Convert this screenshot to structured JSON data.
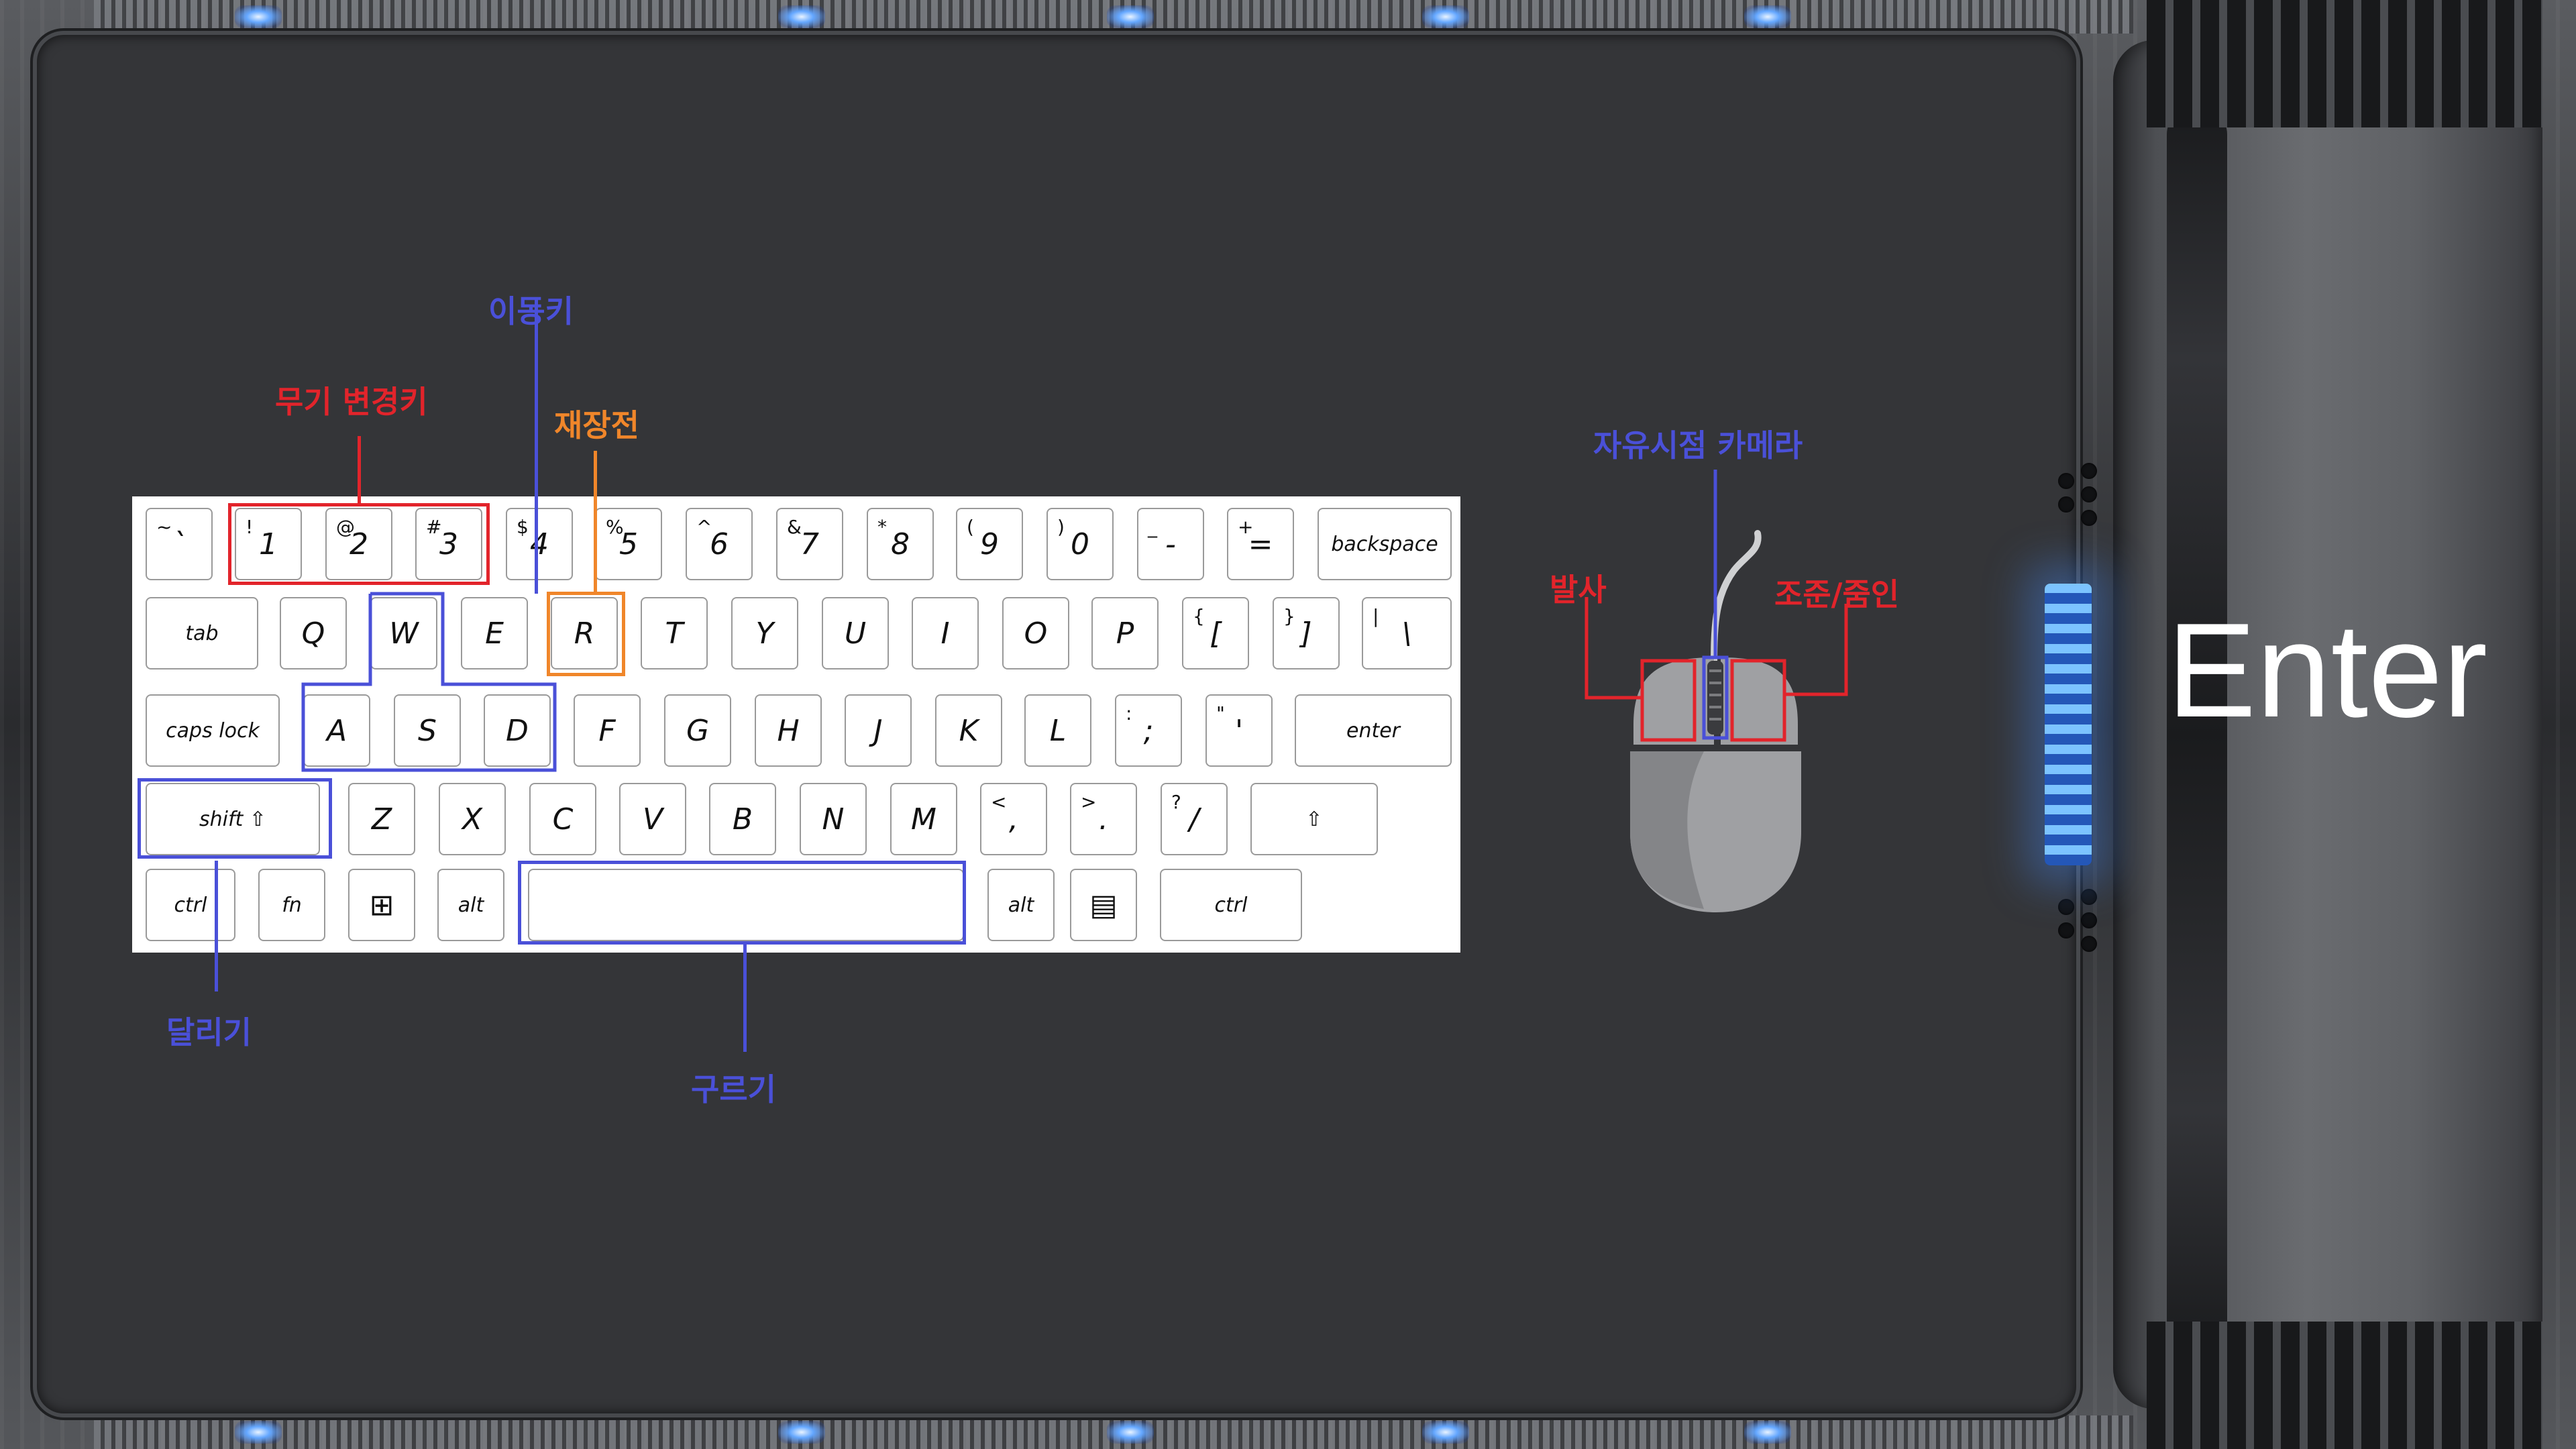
{
  "keyboard": {
    "rows": [
      [
        {
          "main": "`",
          "sub": "~"
        },
        {
          "main": "1",
          "sub": "!"
        },
        {
          "main": "2",
          "sub": "@"
        },
        {
          "main": "3",
          "sub": "#"
        },
        {
          "main": "4",
          "sub": "$"
        },
        {
          "main": "5",
          "sub": "%"
        },
        {
          "main": "6",
          "sub": "^"
        },
        {
          "main": "7",
          "sub": "&"
        },
        {
          "main": "8",
          "sub": "*"
        },
        {
          "main": "9",
          "sub": "("
        },
        {
          "main": "0",
          "sub": ")"
        },
        {
          "main": "-",
          "sub": "_"
        },
        {
          "main": "=",
          "sub": "+"
        },
        {
          "main": "backspace",
          "sub": ""
        }
      ],
      [
        {
          "main": "tab",
          "sub": ""
        },
        {
          "main": "Q",
          "sub": ""
        },
        {
          "main": "W",
          "sub": ""
        },
        {
          "main": "E",
          "sub": ""
        },
        {
          "main": "R",
          "sub": ""
        },
        {
          "main": "T",
          "sub": ""
        },
        {
          "main": "Y",
          "sub": ""
        },
        {
          "main": "U",
          "sub": ""
        },
        {
          "main": "I",
          "sub": ""
        },
        {
          "main": "O",
          "sub": ""
        },
        {
          "main": "P",
          "sub": ""
        },
        {
          "main": "[",
          "sub": "{"
        },
        {
          "main": "]",
          "sub": "}"
        },
        {
          "main": "\\",
          "sub": "|"
        }
      ],
      [
        {
          "main": "caps lock",
          "sub": ""
        },
        {
          "main": "A",
          "sub": ""
        },
        {
          "main": "S",
          "sub": ""
        },
        {
          "main": "D",
          "sub": ""
        },
        {
          "main": "F",
          "sub": ""
        },
        {
          "main": "G",
          "sub": ""
        },
        {
          "main": "H",
          "sub": ""
        },
        {
          "main": "J",
          "sub": ""
        },
        {
          "main": "K",
          "sub": ""
        },
        {
          "main": "L",
          "sub": ""
        },
        {
          "main": ";",
          "sub": ":"
        },
        {
          "main": "'",
          "sub": "\""
        },
        {
          "main": "enter",
          "sub": ""
        }
      ],
      [
        {
          "main": "shift ⇧",
          "sub": ""
        },
        {
          "main": "Z",
          "sub": ""
        },
        {
          "main": "X",
          "sub": ""
        },
        {
          "main": "C",
          "sub": ""
        },
        {
          "main": "V",
          "sub": ""
        },
        {
          "main": "B",
          "sub": ""
        },
        {
          "main": "N",
          "sub": ""
        },
        {
          "main": "M",
          "sub": ""
        },
        {
          "main": ",",
          "sub": "<"
        },
        {
          "main": ".",
          "sub": ">"
        },
        {
          "main": "/",
          "sub": "?"
        },
        {
          "main": "⇧",
          "sub": ""
        }
      ],
      [
        {
          "main": "ctrl",
          "sub": ""
        },
        {
          "main": "fn",
          "sub": ""
        },
        {
          "main": "⊞",
          "sub": ""
        },
        {
          "main": "alt",
          "sub": ""
        },
        {
          "main": "",
          "sub": ""
        },
        {
          "main": "alt",
          "sub": ""
        },
        {
          "main": "▤",
          "sub": ""
        },
        {
          "main": "ctrl",
          "sub": ""
        }
      ]
    ]
  },
  "labels": {
    "weapon_change": "무기 변경키",
    "move": "이동키",
    "reload": "재장전",
    "run": "달리기",
    "roll": "구르기",
    "free_camera": "자유시점 카메라",
    "fire": "발사",
    "aim_zoom": "조준/줌인"
  },
  "enter_button": "Enter",
  "colors": {
    "red": "#e2242b",
    "blue": "#4a50d8",
    "orange": "#f0862a",
    "background": "#343538",
    "mouse_body": "#9fa0a3",
    "mouse_dark": "#848588"
  }
}
